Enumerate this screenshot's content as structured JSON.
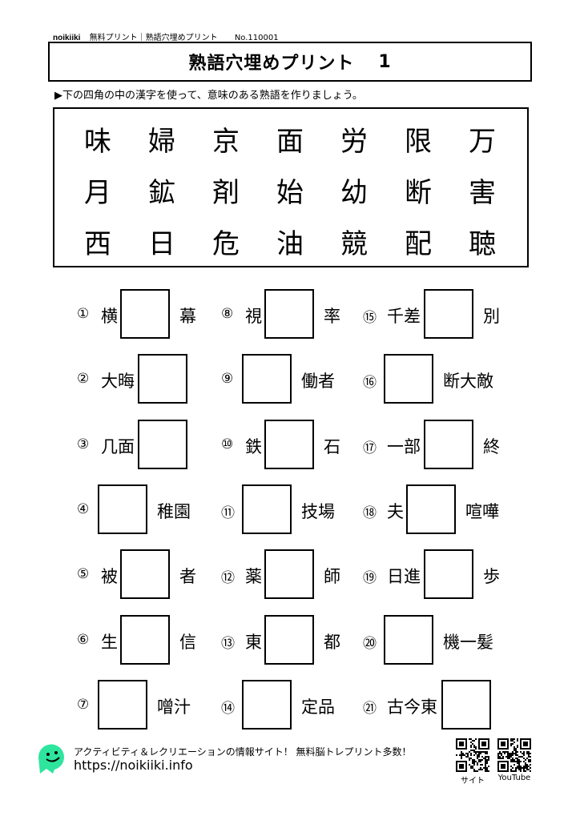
{
  "header": {
    "brand": "noikiiki",
    "subtitle": "無料プリント｜熟語穴埋めプリント",
    "number": "No.110001"
  },
  "title": {
    "text": "熟語穴埋めプリント",
    "number": "1"
  },
  "instruction": "▶下の四角の中の漢字を使って、意味のある熟語を作りましょう。",
  "kanji_choices": [
    "味",
    "婦",
    "京",
    "面",
    "労",
    "限",
    "万",
    "月",
    "鉱",
    "剤",
    "始",
    "幼",
    "断",
    "害",
    "西",
    "日",
    "危",
    "油",
    "競",
    "配",
    "聴"
  ],
  "questions": [
    {
      "num": "①",
      "parts": [
        "横",
        "[]",
        "幕"
      ]
    },
    {
      "num": "②",
      "parts": [
        "大晦",
        "[]"
      ]
    },
    {
      "num": "③",
      "parts": [
        "几面",
        "[]"
      ]
    },
    {
      "num": "④",
      "parts": [
        "[]",
        "稚園"
      ]
    },
    {
      "num": "⑤",
      "parts": [
        "被",
        "[]",
        "者"
      ]
    },
    {
      "num": "⑥",
      "parts": [
        "生",
        "[]",
        "信"
      ]
    },
    {
      "num": "⑦",
      "parts": [
        "[]",
        "噌汁"
      ]
    },
    {
      "num": "⑧",
      "parts": [
        "視",
        "[]",
        "率"
      ]
    },
    {
      "num": "⑨",
      "parts": [
        "[]",
        "働者"
      ]
    },
    {
      "num": "⑩",
      "parts": [
        "鉄",
        "[]",
        "石"
      ]
    },
    {
      "num": "⑪",
      "parts": [
        "[]",
        "技場"
      ]
    },
    {
      "num": "⑫",
      "parts": [
        "薬",
        "[]",
        "師"
      ]
    },
    {
      "num": "⑬",
      "parts": [
        "東",
        "[]",
        "都"
      ]
    },
    {
      "num": "⑭",
      "parts": [
        "[]",
        "定品"
      ]
    },
    {
      "num": "⑮",
      "parts": [
        "千差",
        "[]",
        "別"
      ]
    },
    {
      "num": "⑯",
      "parts": [
        "[]",
        "断大敵"
      ]
    },
    {
      "num": "⑰",
      "parts": [
        "一部",
        "[]",
        "終"
      ]
    },
    {
      "num": "⑱",
      "parts": [
        "夫",
        "[]",
        "喧嘩"
      ]
    },
    {
      "num": "⑲",
      "parts": [
        "日進",
        "[]",
        "歩"
      ]
    },
    {
      "num": "⑳",
      "parts": [
        "[]",
        "機一髪"
      ]
    },
    {
      "num": "㉑",
      "parts": [
        "古今東",
        "[]"
      ]
    }
  ],
  "footer": {
    "tagline": "アクティビティ＆レクリエーションの情報サイト！ 無料脳トレプリント多数！",
    "url": "https://noikiiki.info",
    "qr_site_label": "サイト",
    "qr_youtube_label": "YouTube"
  },
  "colors": {
    "logo": "#2ee59d"
  }
}
